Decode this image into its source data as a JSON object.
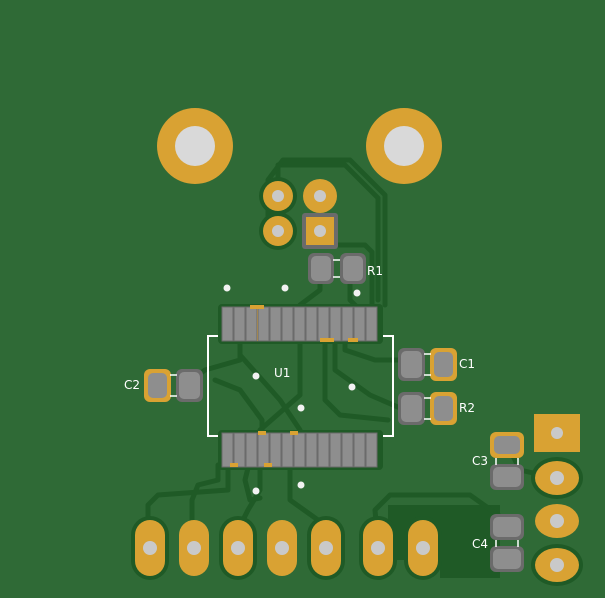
{
  "board": {
    "colors": {
      "board": "#2f6a36",
      "copper_fill": "#1f5a26",
      "trace": "#1f5a26",
      "pad_gold": "#d9a233",
      "pad_grey": "#8e8e8e",
      "pad_grey_dark": "#6b6b6b",
      "silkscreen": "#ffffff",
      "via": "#f2f2f2"
    }
  },
  "labels": {
    "u1": "U1",
    "r1": "R1",
    "r2": "R2",
    "c1": "C1",
    "c2": "C2",
    "c3": "C3",
    "c4": "C4"
  }
}
